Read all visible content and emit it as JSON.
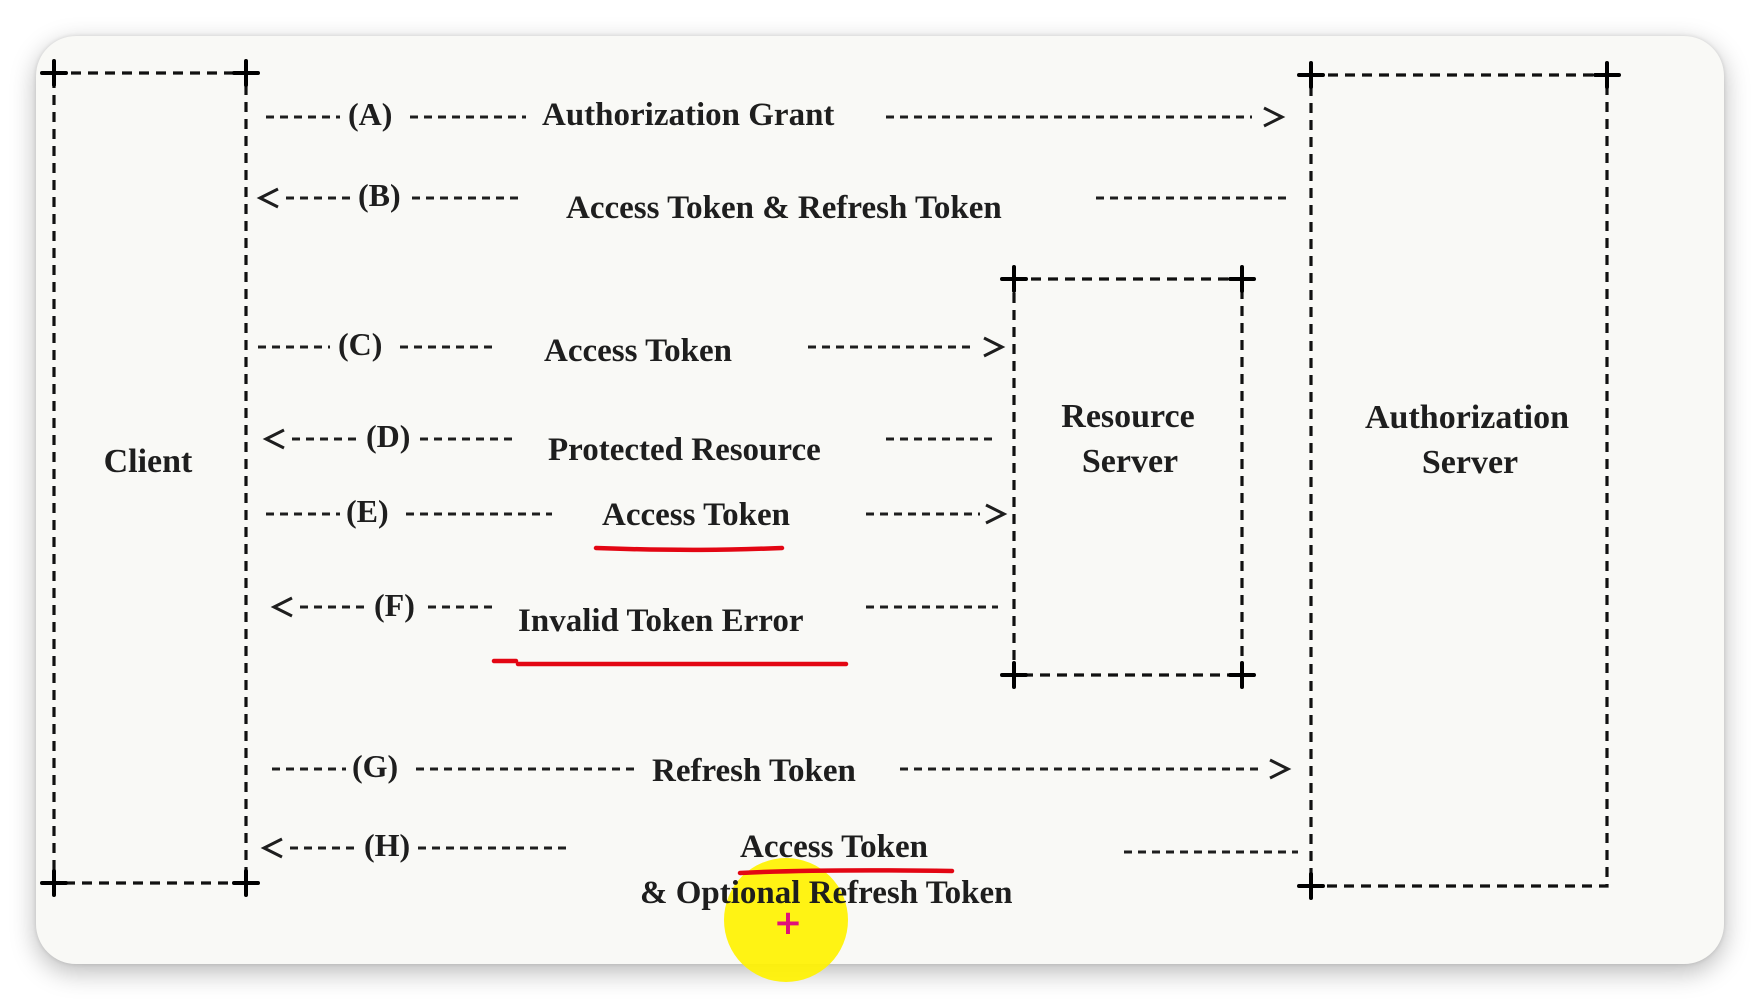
{
  "nodes": {
    "client": "Client",
    "resource_server": [
      "Resource",
      "Server"
    ],
    "authorization_server": [
      "Authorization",
      "Server"
    ]
  },
  "flows": [
    {
      "step": "(A)",
      "label": "Authorization Grant",
      "direction": "to-authorization-server"
    },
    {
      "step": "(B)",
      "label": "Access Token & Refresh Token",
      "direction": "to-client"
    },
    {
      "step": "(C)",
      "label": "Access Token",
      "direction": "to-resource-server"
    },
    {
      "step": "(D)",
      "label": "Protected Resource",
      "direction": "to-client"
    },
    {
      "step": "(E)",
      "label": "Access Token",
      "direction": "to-resource-server"
    },
    {
      "step": "(F)",
      "label": "Invalid Token Error",
      "direction": "to-client"
    },
    {
      "step": "(G)",
      "label": "Refresh Token",
      "direction": "to-authorization-server"
    },
    {
      "step": "(H)",
      "label": [
        "Access Token",
        "& Optional Refresh Token"
      ],
      "direction": "to-client"
    }
  ],
  "annotations": {
    "underline_color": "#e30613",
    "cursor_highlight_color": "#fff200",
    "cursor_marker": "+",
    "underlined_flows": [
      "(E)",
      "(F)",
      "(H)"
    ]
  }
}
